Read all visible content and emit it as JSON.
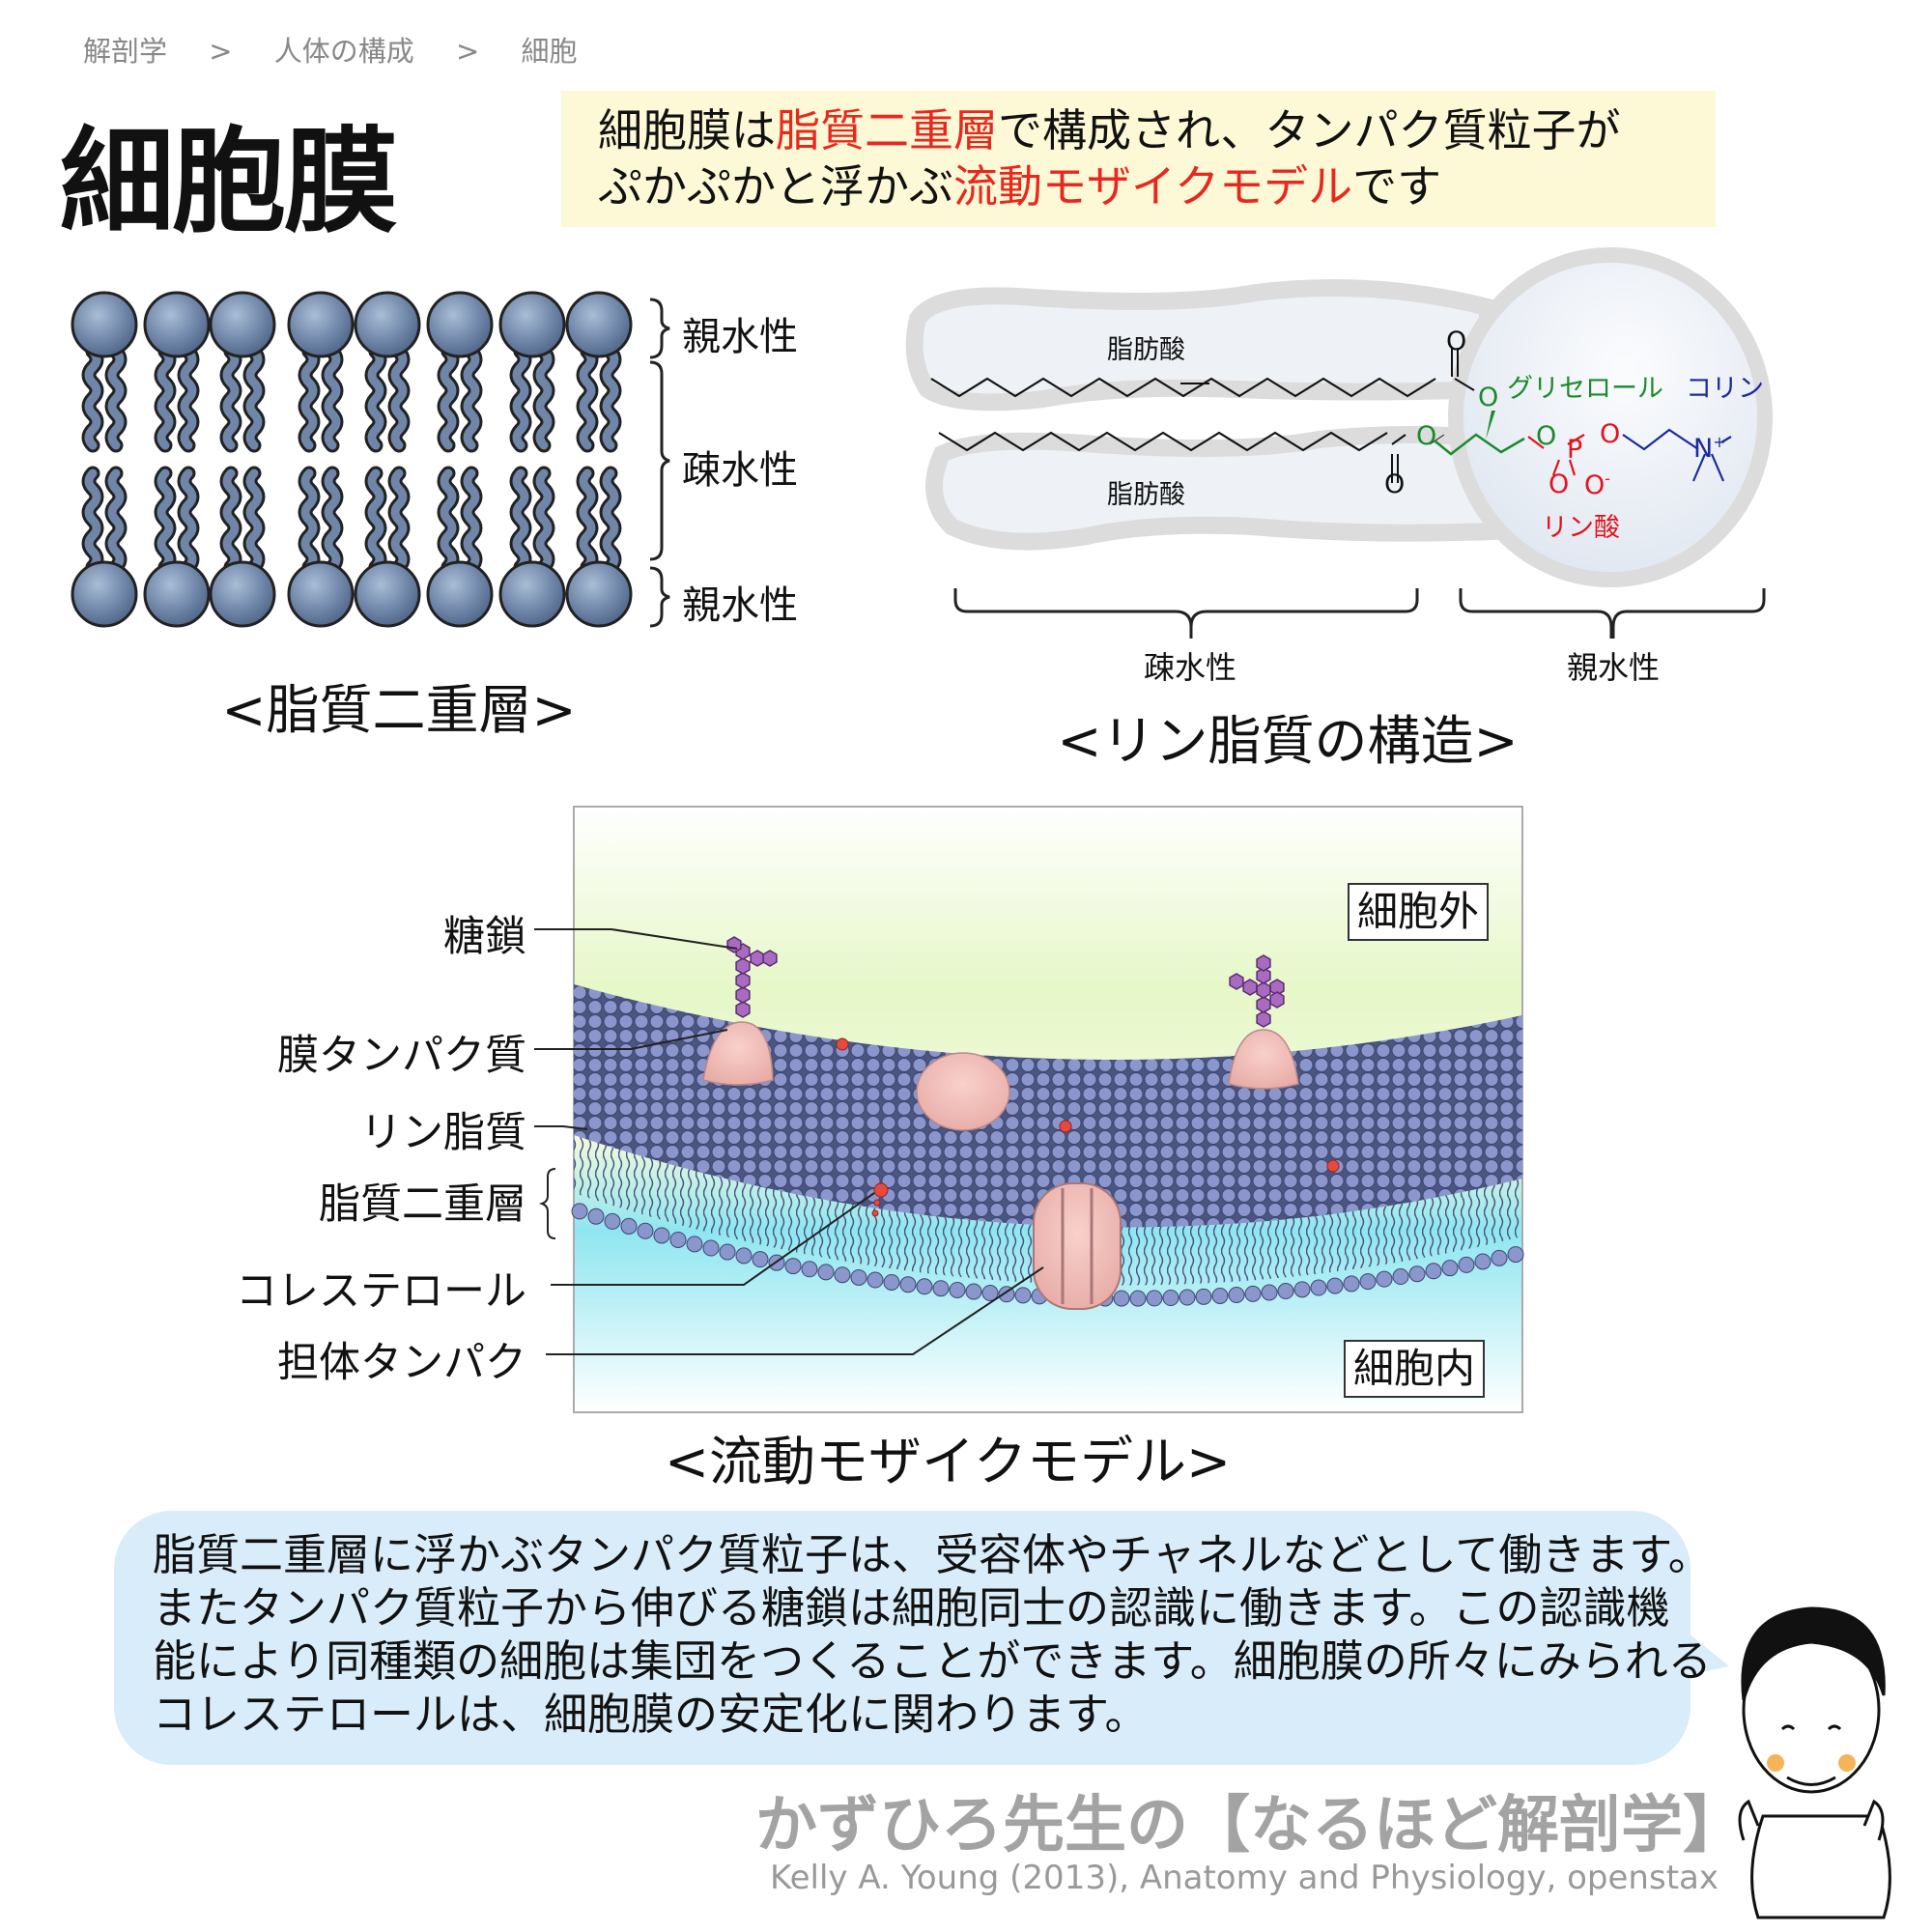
{
  "breadcrumb": [
    "解剖学",
    ">",
    "人体の構成",
    ">",
    "細胞"
  ],
  "title": "細胞膜",
  "intro": {
    "line1": [
      {
        "text": "細胞膜は",
        "hl": false
      },
      {
        "text": "脂質二重層",
        "hl": true
      },
      {
        "text": "で構成され、タンパク質粒子が",
        "hl": false
      }
    ],
    "line2": [
      {
        "text": "ぷかぷかと浮かぶ",
        "hl": false
      },
      {
        "text": "流動モザイクモデル",
        "hl": true
      },
      {
        "text": "です",
        "hl": false
      }
    ]
  },
  "bilayer": {
    "label_top": "親水性",
    "label_mid": "疎水性",
    "label_bottom": "親水性",
    "caption": "<脂質二重層>"
  },
  "phospholipid": {
    "fatty_acid_1": "脂肪酸",
    "fatty_acid_2": "脂肪酸",
    "glycerol": "グリセロール",
    "choline": "コリン",
    "phosphate": "リン酸",
    "hydrophobic": "疎水性",
    "hydrophilic": "親水性",
    "caption": "<リン脂質の構造>",
    "atoms": {
      "O": "O",
      "P": "P",
      "N": "N",
      "plus": "+",
      "minus": "-"
    }
  },
  "mosaic": {
    "labels": [
      "糖鎖",
      "膜タンパク質",
      "リン脂質",
      "脂質二重層",
      "コレステロール",
      "担体タンパク"
    ],
    "outside": "細胞外",
    "inside": "細胞内",
    "caption": "<流動モザイクモデル>"
  },
  "explanation": [
    "脂質二重層に浮かぶタンパク質粒子は、受容体やチャネルなどとして働きます。",
    "またタンパク質粒子から伸びる糖鎖は細胞同士の認識に働きます。この認識機",
    "能により同種類の細胞は集団をつくることができます。細胞膜の所々にみられる",
    "コレステロールは、細胞膜の安定化に関わります。"
  ],
  "footer": "かずひろ先生の【なるほど解剖学】",
  "credit": "Kelly A. Young (2013), Anatomy and Physiology, openstax",
  "colors": {
    "highlight": "#e8281e",
    "head": "#6f86a8",
    "glycerol": "#1a8a2a",
    "choline": "#1a2a9a",
    "phosphate": "#e0141e",
    "bubble": "#d9ecf9",
    "note": "#fdf9d6"
  }
}
